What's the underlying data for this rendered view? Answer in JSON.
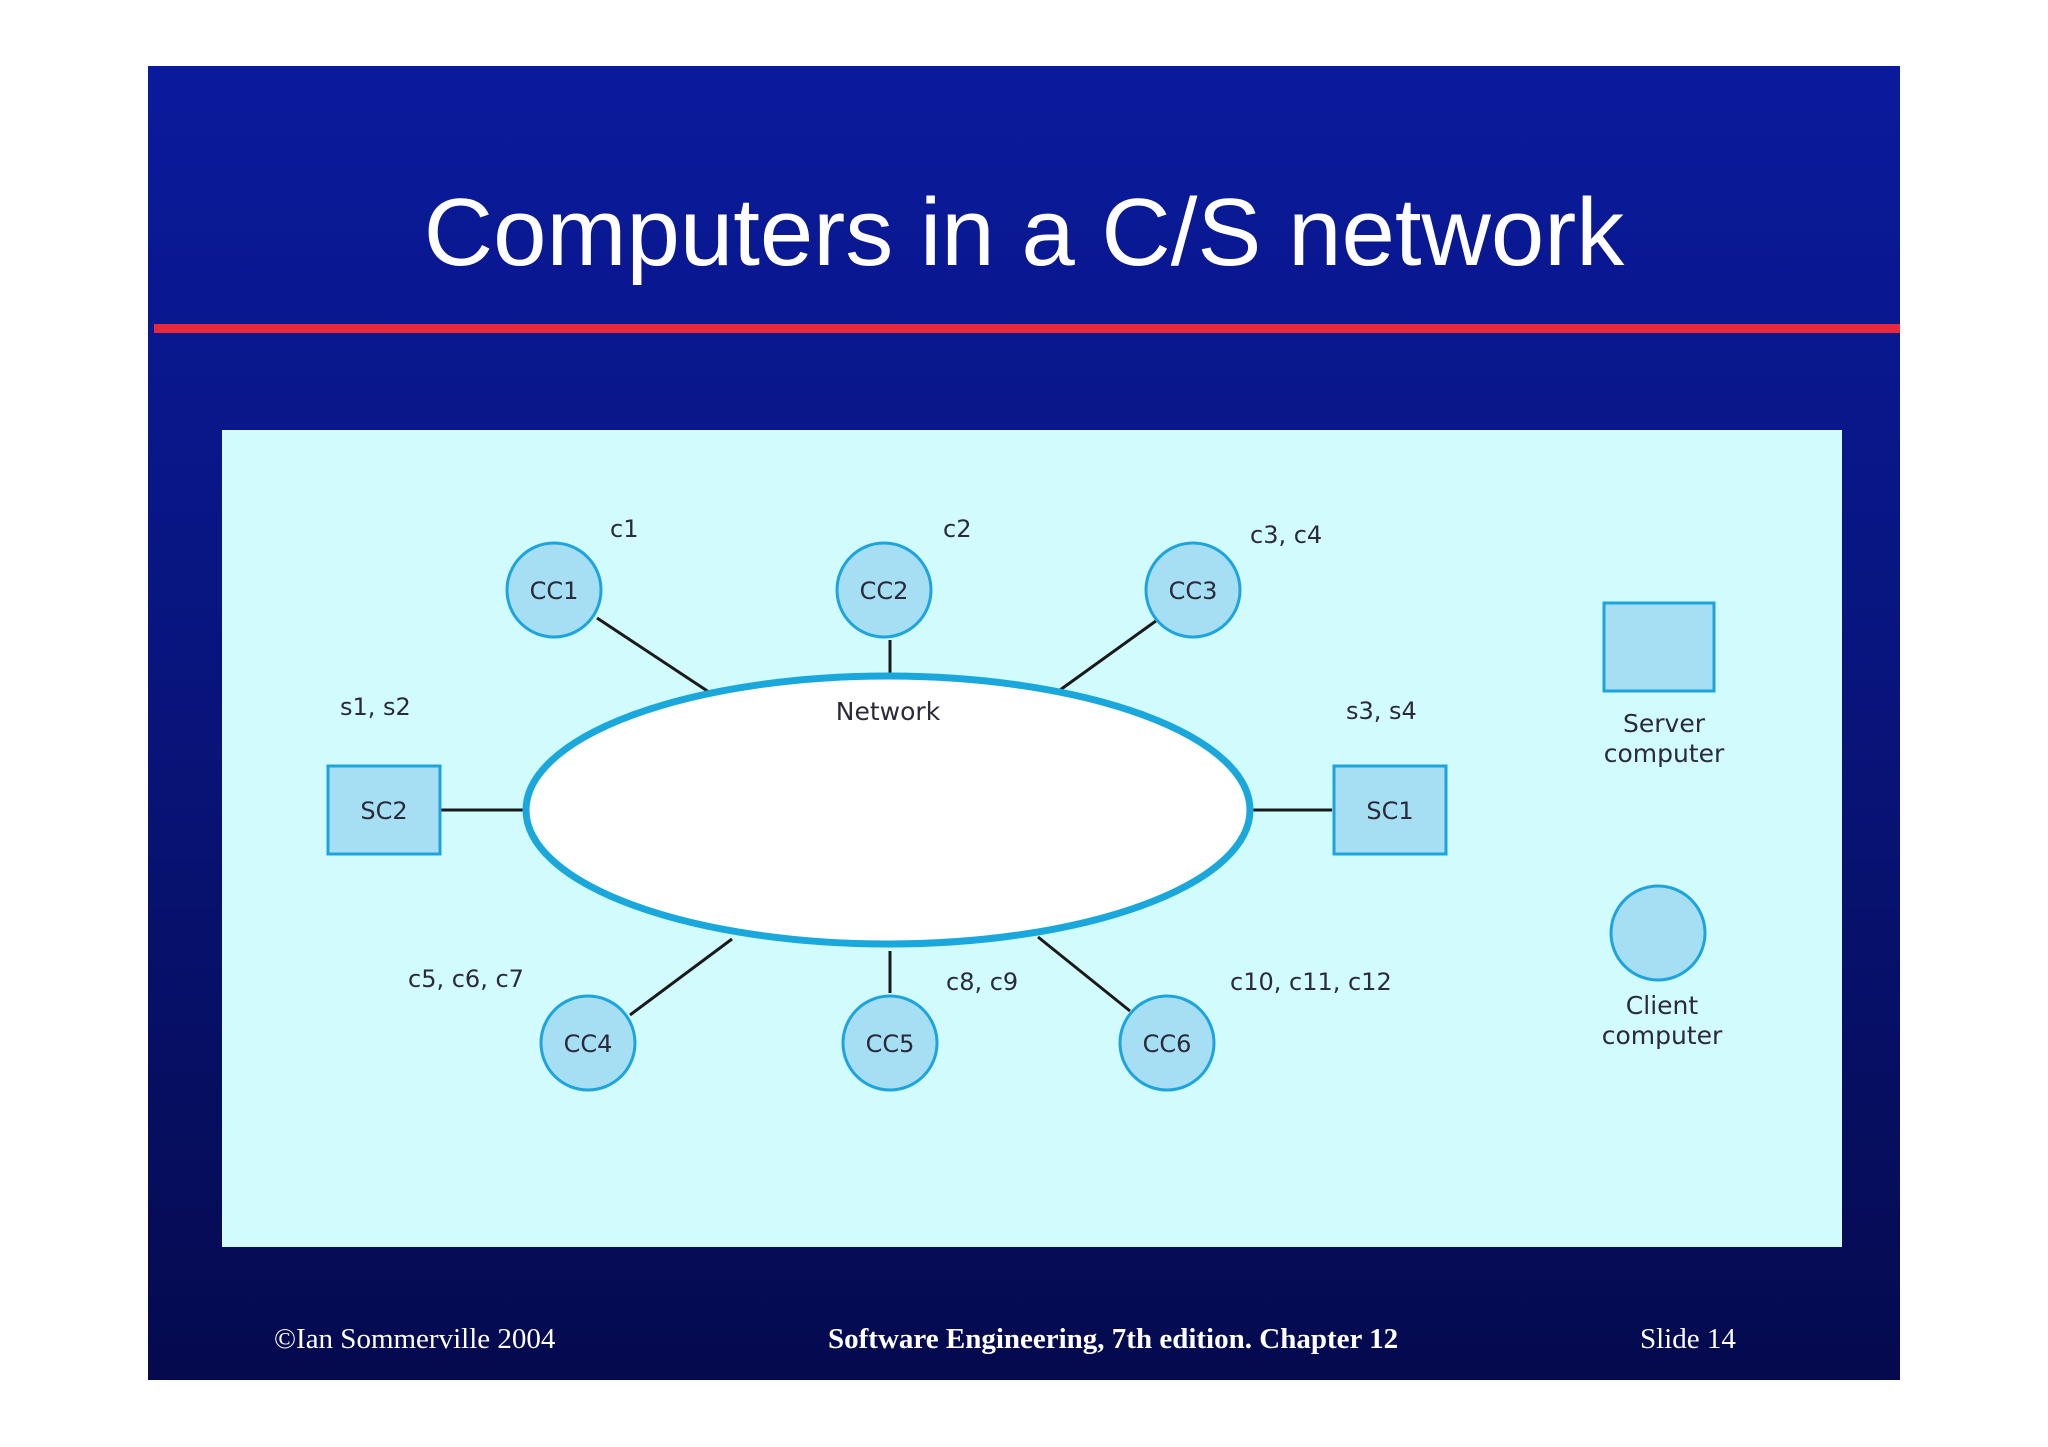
{
  "slide": {
    "title": "Computers in a C/S network"
  },
  "diagram": {
    "network_label": "Network",
    "nodes": [
      {
        "id": "cc1",
        "kind": "client",
        "label": "CC1",
        "annotation": "c1"
      },
      {
        "id": "cc2",
        "kind": "client",
        "label": "CC2",
        "annotation": "c2"
      },
      {
        "id": "cc3",
        "kind": "client",
        "label": "CC3",
        "annotation": "c3, c4"
      },
      {
        "id": "sc2",
        "kind": "server",
        "label": "SC2",
        "annotation": "s1, s2"
      },
      {
        "id": "sc1",
        "kind": "server",
        "label": "SC1",
        "annotation": "s3, s4"
      },
      {
        "id": "cc4",
        "kind": "client",
        "label": "CC4",
        "annotation": "c5, c6, c7"
      },
      {
        "id": "cc5",
        "kind": "client",
        "label": "CC5",
        "annotation": "c8, c9"
      },
      {
        "id": "cc6",
        "kind": "client",
        "label": "CC6",
        "annotation": "c10, c11, c12"
      }
    ],
    "legend": {
      "server_line1": "Server",
      "server_line2": "computer",
      "client_line1": "Client",
      "client_line2": "computer"
    },
    "colors": {
      "panel_background": "#d2fbfd",
      "node_fill": "#a6def4",
      "node_stroke": "#1ea4dc",
      "network_stroke": "#1aa8dc",
      "link_stroke": "#1a1a1a"
    }
  },
  "footer": {
    "left": "©Ian Sommerville 2004",
    "center": "Software Engineering, 7th edition. Chapter 12",
    "right": "Slide  14"
  },
  "theme": {
    "slide_background": "#08157e",
    "title_rule": "#e8283c"
  }
}
